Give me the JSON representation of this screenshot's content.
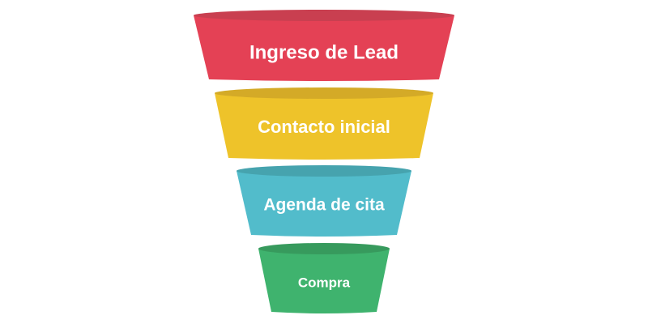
{
  "funnel": {
    "stages": [
      {
        "label": "Ingreso de Lead",
        "color": "#E44155",
        "rim_color": "#C93F50"
      },
      {
        "label": "Contacto inicial",
        "color": "#EEC32A",
        "rim_color": "#D4AA27"
      },
      {
        "label": "Agenda de cita",
        "color": "#52BCCB",
        "rim_color": "#46A3AE"
      },
      {
        "label": "Compra",
        "color": "#3FB36E",
        "rim_color": "#379A5D"
      }
    ]
  }
}
